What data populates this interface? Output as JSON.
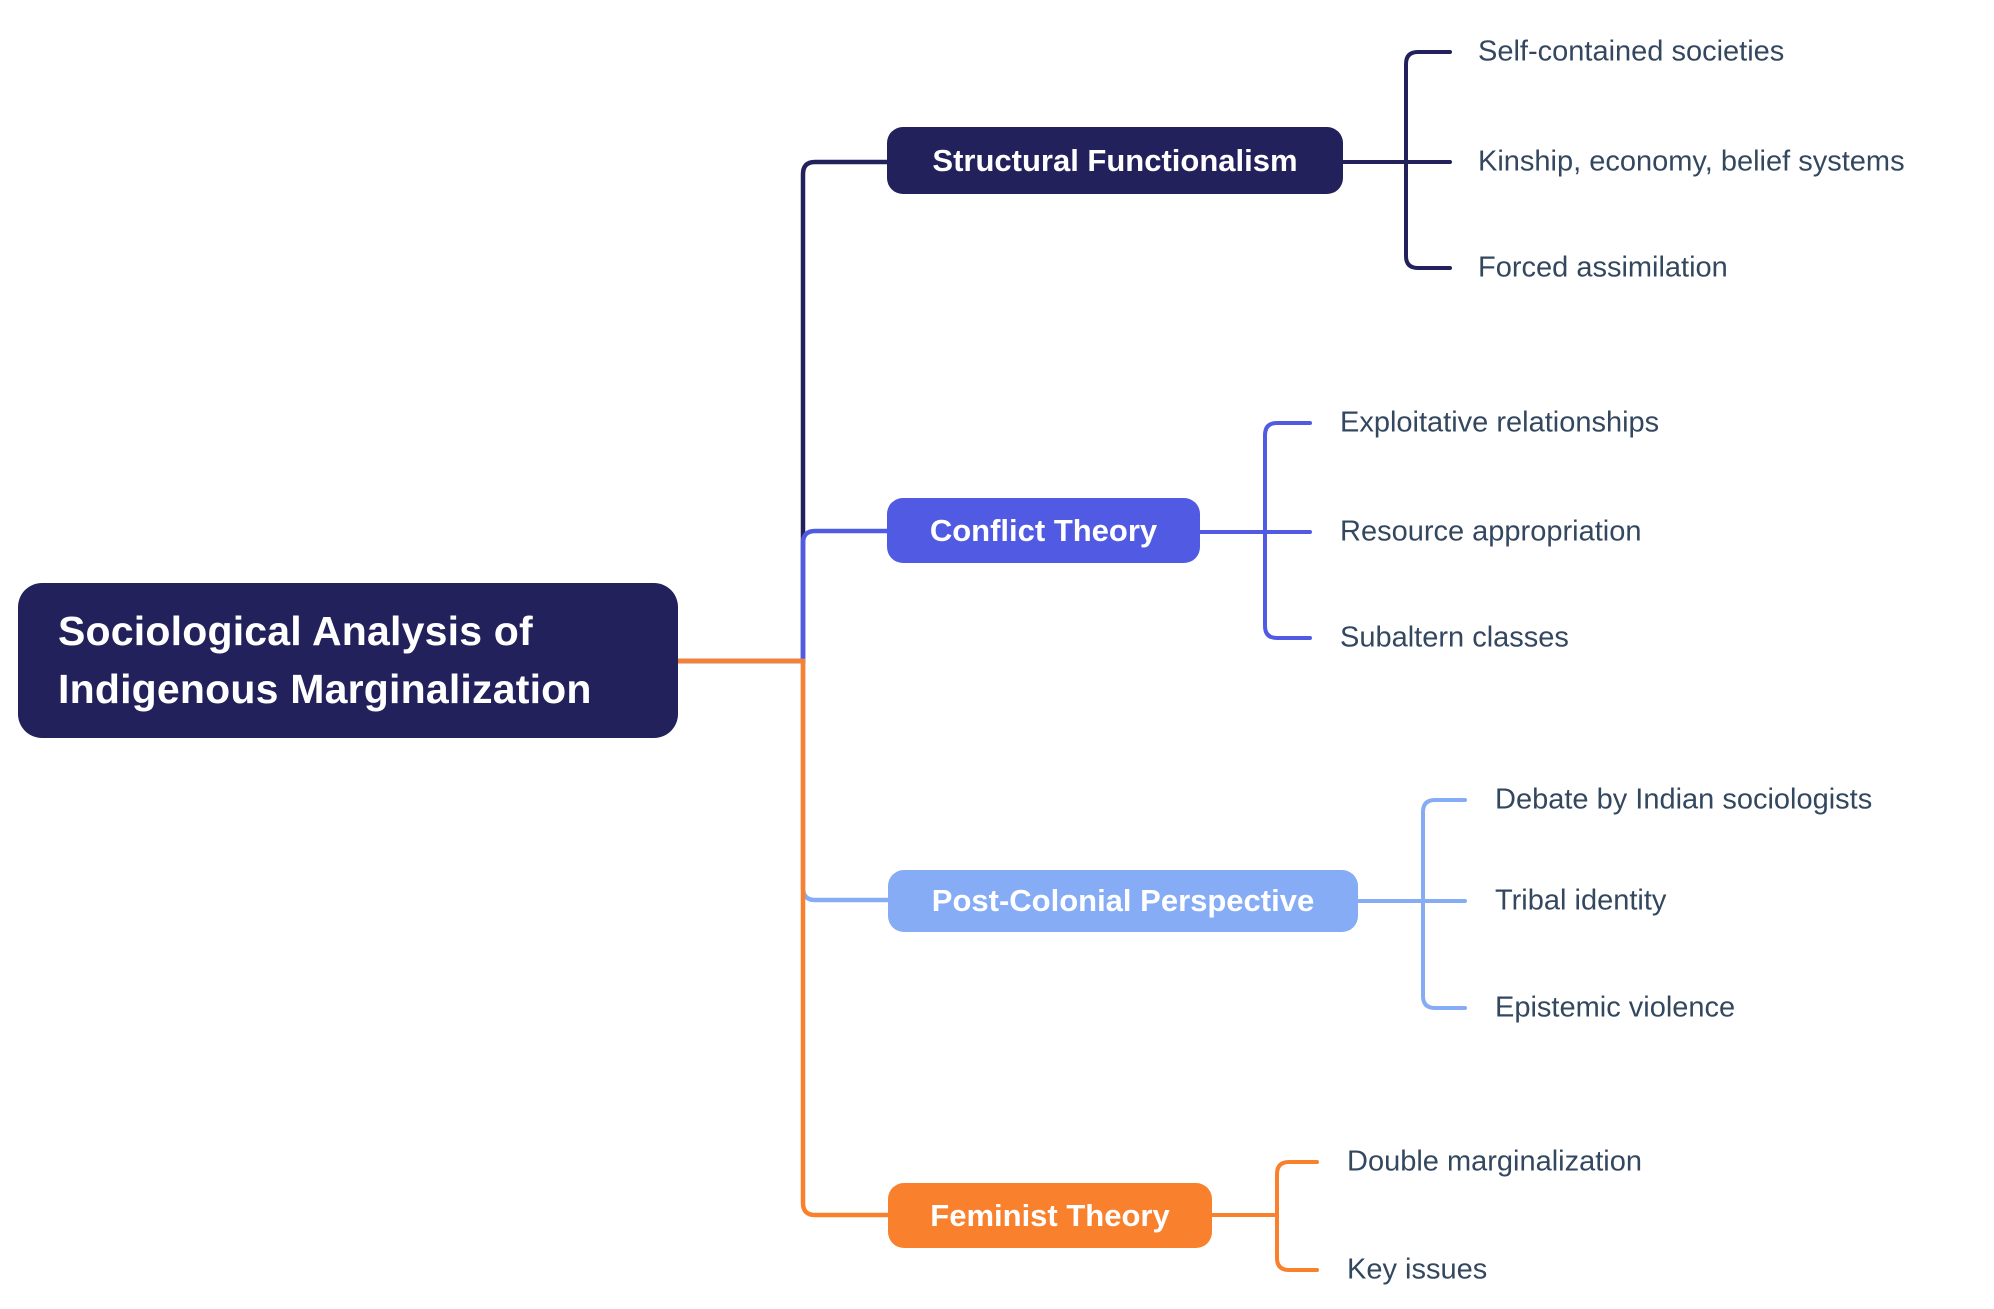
{
  "root": {
    "line1": "Sociological Analysis of",
    "line2": "Indigenous Marginalization",
    "color": "#23215c",
    "text_color": "#ffffff"
  },
  "connector_color": "#f9812e",
  "leaf_text_color": "#33475f",
  "branches": [
    {
      "label": "Structural Functionalism",
      "color": "#23215c",
      "text_color": "#ffffff",
      "children": [
        "Self-contained societies",
        "Kinship, economy, belief systems",
        "Forced assimilation"
      ]
    },
    {
      "label": "Conflict Theory",
      "color": "#515ae3",
      "text_color": "#ffffff",
      "children": [
        "Exploitative relationships",
        "Resource appropriation",
        "Subaltern classes"
      ]
    },
    {
      "label": "Post-Colonial Perspective",
      "color": "#85acf4",
      "text_color": "#ffffff",
      "children": [
        "Debate by Indian sociologists",
        "Tribal identity",
        "Epistemic violence"
      ]
    },
    {
      "label": "Feminist Theory",
      "color": "#f9812e",
      "text_color": "#ffffff",
      "children": [
        "Double marginalization",
        "Key issues"
      ]
    }
  ]
}
